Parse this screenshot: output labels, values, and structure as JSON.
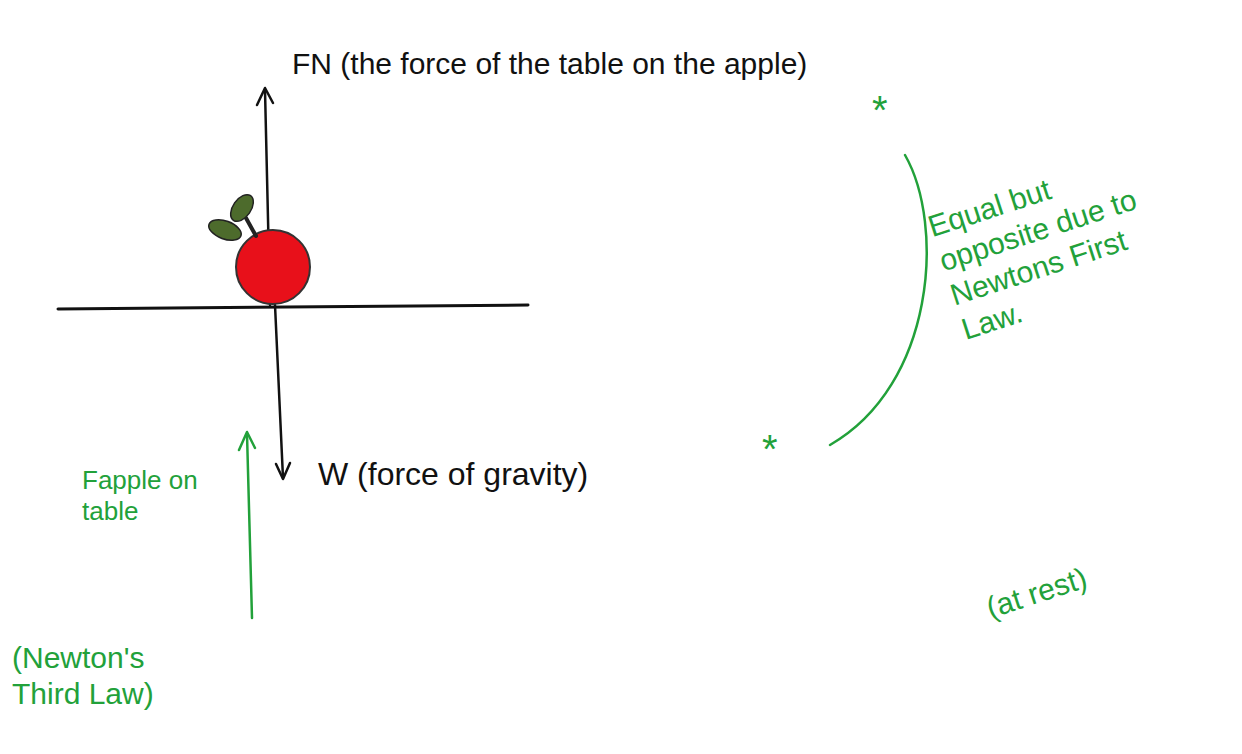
{
  "diagram": {
    "labels": [
      "FN (the force of the table on the apple)",
      "*",
      "Equal but opposite due to Newtons First Law.",
      "(at rest)",
      "*",
      "W (force of gravity)",
      "Fapple on table",
      "(Newton's Third Law)"
    ]
  }
}
